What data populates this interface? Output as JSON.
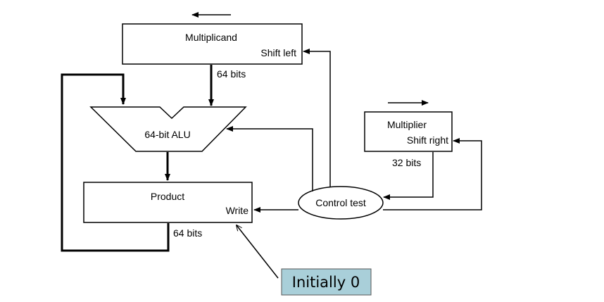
{
  "multiplicand": {
    "title": "Multiplicand",
    "action": "Shift left"
  },
  "multiplicand_bus": "64 bits",
  "alu": {
    "label": "64-bit ALU"
  },
  "multiplier": {
    "title": "Multiplier",
    "action": "Shift right"
  },
  "multiplier_bus": "32 bits",
  "product": {
    "title": "Product",
    "action": "Write"
  },
  "product_bus": "64 bits",
  "control": {
    "label": "Control test"
  },
  "callout": {
    "text": "Initially 0",
    "fill": "#a9cfd9"
  }
}
